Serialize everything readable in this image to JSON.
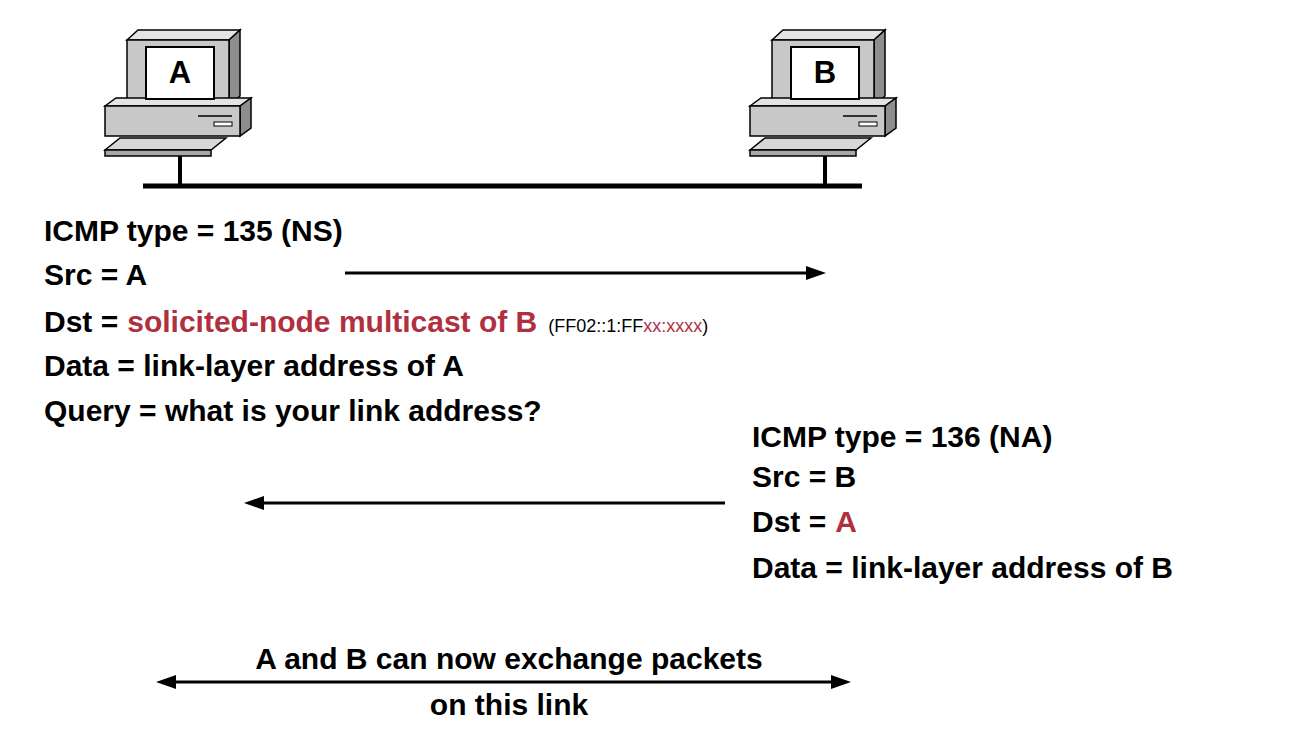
{
  "diagram": {
    "nodes": [
      {
        "text": [
          "A"
        ]
      },
      {
        "text": [
          "B"
        ]
      }
    ],
    "labels": [
      "ICMP type = 135 (NS)",
      "Src = A",
      "Dst =",
      "solicited-node multicast of B",
      "(FF02::1:FF",
      "xx:xxxx",
      ")",
      "Data = link-layer address of A",
      "Query = what is your link address?",
      "ICMP type = 136 (NA)",
      "Src = B",
      "Dst =",
      "A",
      "Data = link-layer address of B",
      "A and B can now exchange packets on this link"
    ]
  }
}
